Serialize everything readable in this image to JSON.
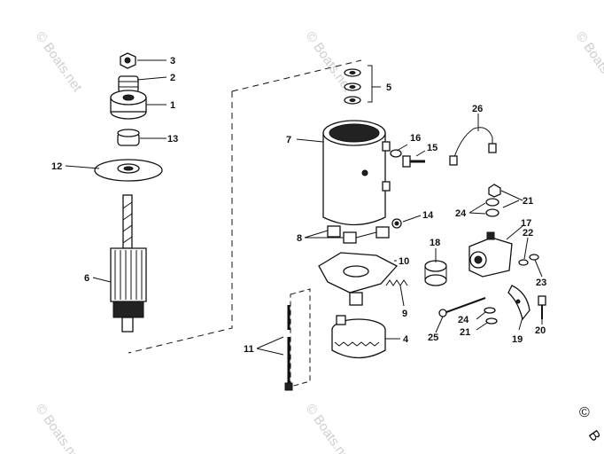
{
  "watermark": "© Boats.net",
  "copyright_mark": "©",
  "copyright_letter": "B",
  "callouts": {
    "c1": "1",
    "c2": "2",
    "c3": "3",
    "c4": "4",
    "c5": "5",
    "c6": "6",
    "c7": "7",
    "c8": "8",
    "c9": "9",
    "c10": "10",
    "c11": "11",
    "c12": "12",
    "c13": "13",
    "c14": "14",
    "c15": "15",
    "c16": "16",
    "c17": "17",
    "c18": "18",
    "c19": "19",
    "c20": "20",
    "c21a": "21",
    "c21b": "21",
    "c22": "22",
    "c23": "23",
    "c24a": "24",
    "c24b": "24",
    "c25": "25",
    "c26": "26"
  }
}
